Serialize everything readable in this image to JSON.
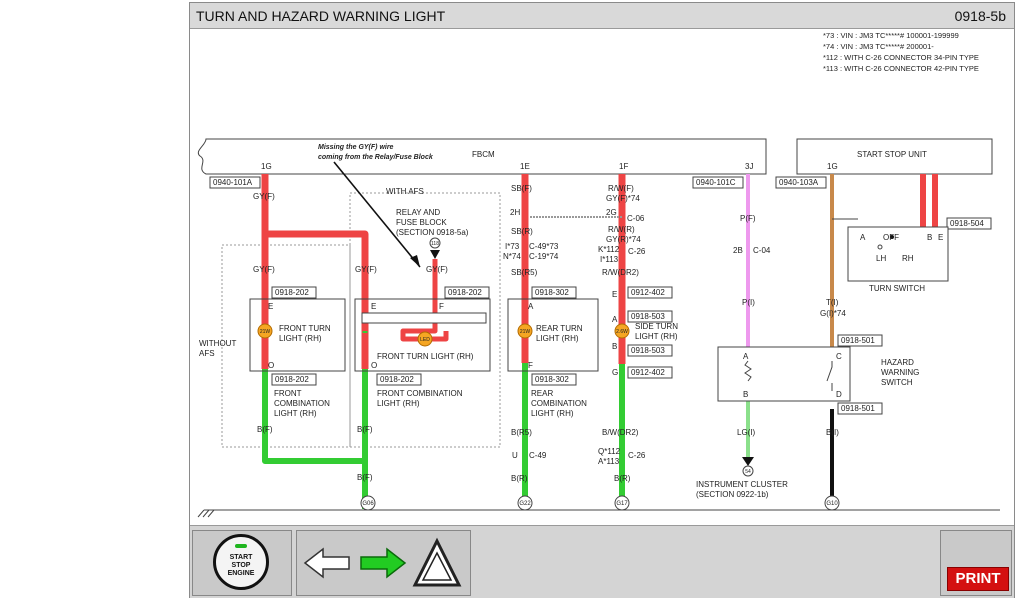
{
  "header": {
    "title": "TURN AND HAZARD WARNING LIGHT",
    "code": "0918-5b"
  },
  "notes": [
    "*73 : VIN : JM3 TC*****# 100001-199999",
    "*74 : VIN : JM3 TC*****# 200001-",
    "*112 : WITH C-26 CONNECTOR 34-PIN TYPE",
    "*113 : WITH C-26 CONNECTOR 42-PIN TYPE"
  ],
  "annotation": {
    "line1": "Missing the GY(F) wire",
    "line2": "coming from the Relay/Fuse Block"
  },
  "modules": {
    "fbcm": "FBCM",
    "ssu": "START STOP UNIT"
  },
  "pins": {
    "p1g": "1G",
    "p1e": "1E",
    "p1f": "1F",
    "p3j": "3J",
    "p1g2": "1G"
  },
  "refs": {
    "r101a": "0940-101A",
    "r101c": "0940-101C",
    "r103a": "0940-103A",
    "r504": "0918-504",
    "r202a": "0918-202",
    "r202b": "0918-202",
    "r202c": "0918-202",
    "r202d": "0918-202",
    "r302a": "0918-302",
    "r302b": "0918-302",
    "r402a": "0912-402",
    "r402b": "0912-402",
    "r503a": "0918-503",
    "r503b": "0918-503",
    "r501a": "0918-501",
    "r501b": "0918-501"
  },
  "wires": {
    "gyf1": "GY(F)",
    "gyf2": "GY(F)",
    "gyf3": "GY(F)",
    "gyf4": "GY(F)",
    "bf1": "B(F)",
    "bf2": "B(F)",
    "bf3": "B(F)",
    "sbf": "SB(F)",
    "sbr": "SB(R)",
    "sbr5": "SB(R5)",
    "br5": "B(R5)",
    "br1": "B(R)",
    "br2": "B(R)",
    "rwf": "R/W(F)",
    "gyf74": "GY(F)*74",
    "rwr": "R/W(R)",
    "gyr74": "GY(R)*74",
    "rwdr2": "R/W(DR2)",
    "bwdr2": "B/W(DR2)",
    "pf": "P(F)",
    "pi": "P(I)",
    "lgi": "LG(I)",
    "ti": "T(I)",
    "gi74": "G(I)*74",
    "bi": "B(I)",
    "i73": "I*73",
    "n74": "N*74",
    "k112": "K*112",
    "i113": "I*113",
    "q112": "Q*112",
    "a113": "A*113",
    "u": "U"
  },
  "connectors": {
    "c06": "C-06",
    "c49a": "C-49*73",
    "c19": "C-19*74",
    "c26a": "C-26",
    "c04": "C-04",
    "c49b": "C-49",
    "c26b": "C-26",
    "h2": "2H",
    "g2": "2G",
    "b2": "2B"
  },
  "components": {
    "afs_group": "WITH AFS",
    "relay": {
      "l1": "RELAY AND",
      "l2": "FUSE BLOCK",
      "l3": "(SECTION 0918-5a)"
    },
    "without_afs": {
      "l1": "WITHOUT",
      "l2": "AFS"
    },
    "ftl_left": {
      "l1": "FRONT TURN",
      "l2": "LIGHT (RH)"
    },
    "fcl_left": {
      "l1": "FRONT",
      "l2": "COMBINATION",
      "l3": "LIGHT (RH)"
    },
    "ftl_right": "FRONT TURN LIGHT (RH)",
    "fcl_right": {
      "l1": "FRONT COMBINATION",
      "l2": "LIGHT (RH)"
    },
    "rtl": {
      "l1": "REAR TURN",
      "l2": "LIGHT (RH)"
    },
    "rcl": {
      "l1": "REAR",
      "l2": "COMBINATION",
      "l3": "LIGHT (RH)"
    },
    "stl": {
      "l1": "SIDE TURN",
      "l2": "LIGHT (RH)"
    },
    "hazard": {
      "l1": "HAZARD",
      "l2": "WARNING",
      "l3": "SWITCH"
    },
    "turn_switch": {
      "name": "TURN SWITCH",
      "off": "OFF",
      "lh": "LH",
      "rh": "RH"
    },
    "cluster": {
      "l1": "INSTRUMENT CLUSTER",
      "l2": "(SECTION 0922-1b)"
    }
  },
  "bulbs": {
    "b1": "21W",
    "b2": "LED",
    "b3": "21W",
    "b4": "2.6W"
  },
  "terminals": {
    "e1": "E",
    "o1": "O",
    "e2": "E",
    "f2": "F",
    "o2": "O",
    "a3": "A",
    "f3": "F",
    "e4": "E",
    "a4": "A",
    "b4": "B",
    "g4": "G",
    "ha": "A",
    "hb": "B",
    "hc": "C",
    "hd": "D",
    "ta": "A",
    "tb": "B",
    "te": "E"
  },
  "grounds": {
    "g06": "G06",
    "g22": "G22",
    "g17": "G17",
    "g10": "G10"
  },
  "circles": {
    "c118": "118",
    "c54": "54"
  },
  "footer": {
    "start_button": {
      "l1": "START",
      "l2": "STOP",
      "l3": "ENGINE"
    },
    "print_label": "PRINT"
  },
  "colors": {
    "red": "#ee4444",
    "green": "#33cc33",
    "pink": "#ee99ee",
    "tan": "#c8894a",
    "black": "#111111"
  }
}
